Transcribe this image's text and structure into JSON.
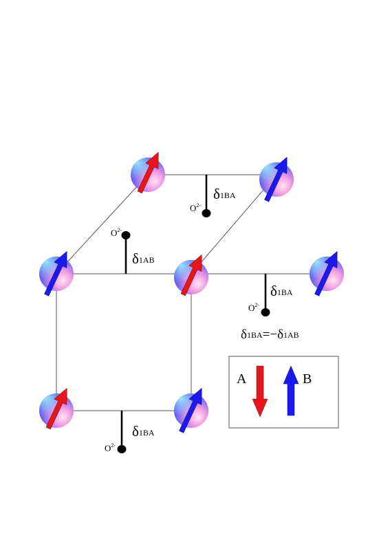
{
  "colors": {
    "spin_a": "#e8161c",
    "spin_b": "#1a1aef",
    "edge": "#555555",
    "ligand": "#000000"
  },
  "labels": {
    "oxygen_base": "O",
    "oxygen_charge": "2-",
    "delta_symbol": "δ",
    "sub_ba": "1BA",
    "sub_ab": "1AB",
    "equation_eq": "=−"
  },
  "legend": {
    "a_label": "A",
    "b_label": "B"
  },
  "atoms": [
    {
      "id": "top-left",
      "spin": "A"
    },
    {
      "id": "top-right",
      "spin": "B"
    },
    {
      "id": "mid-left",
      "spin": "B"
    },
    {
      "id": "mid-center",
      "spin": "A"
    },
    {
      "id": "mid-right",
      "spin": "B"
    },
    {
      "id": "bottom-left",
      "spin": "A"
    },
    {
      "id": "bottom-right",
      "spin": "B"
    }
  ],
  "icons": {
    "atom": "sphere-icon",
    "spin_a": "arrow-down-icon",
    "spin_b": "arrow-up-icon",
    "oxygen": "oxygen-ion-icon"
  }
}
